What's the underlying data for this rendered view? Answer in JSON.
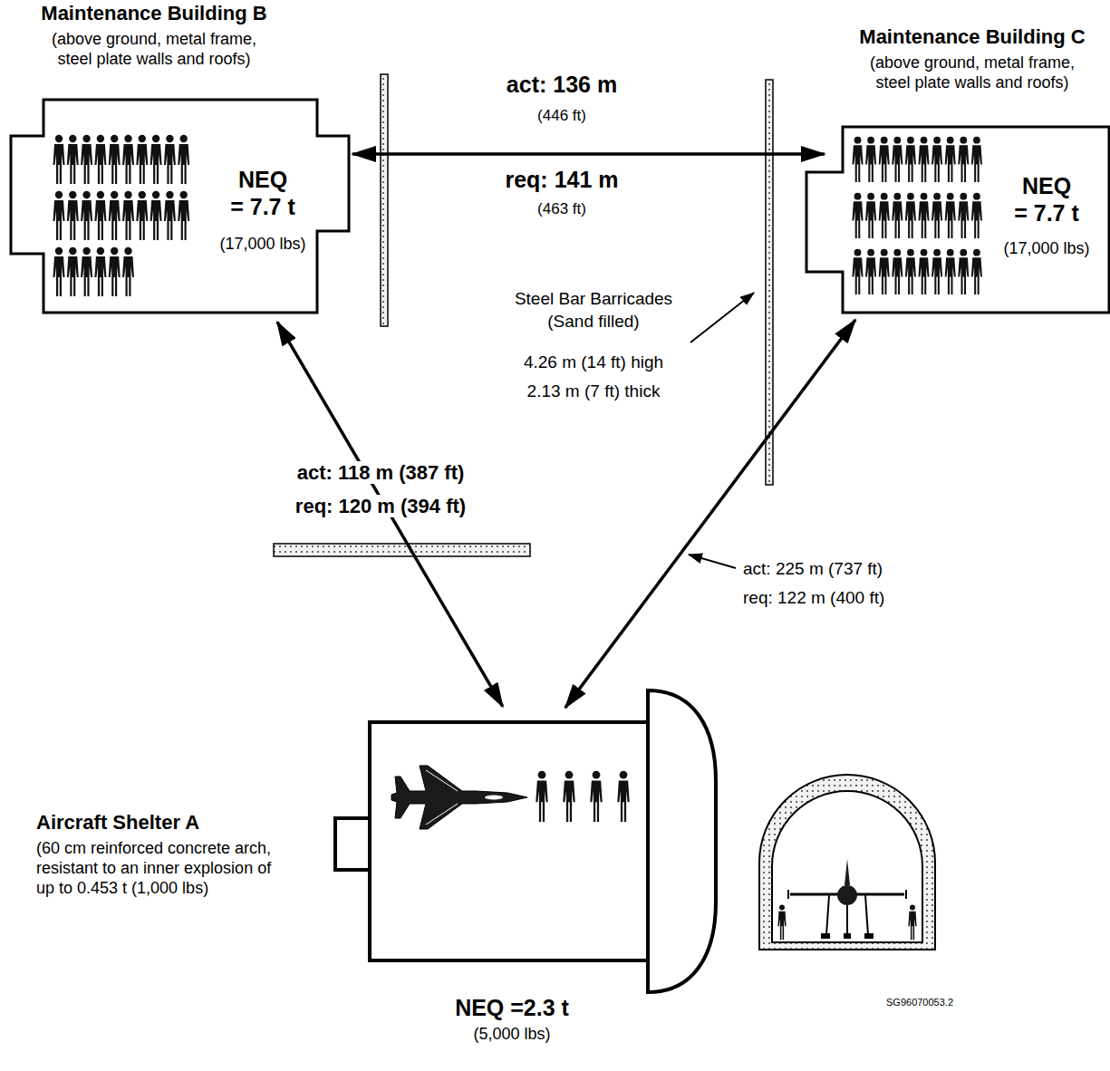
{
  "diagram": {
    "nodes": [
      {
        "text": [
          "Maintenance Building B",
          "(above ground, metal frame, steel plate walls and roofs)",
          "NEQ = 7.7 t",
          "(17,000 lbs)"
        ]
      },
      {
        "text": [
          "Maintenance Building C",
          "(above ground, metal frame, steel plate walls and roofs)",
          "NEQ = 7.7 t",
          "(17,000 lbs)"
        ]
      },
      {
        "text": [
          "Aircraft Shelter A",
          "(60 cm reinforced concrete arch, resistant to an inner explosion of up to 0.453 t (1,000 lbs)",
          "NEQ =2.3 t",
          "(5,000 lbs)"
        ]
      }
    ],
    "edges": [
      {
        "from": 0,
        "to": 1,
        "arrow": "both",
        "label": "act: 136 m"
      },
      {
        "from": 0,
        "to": 2,
        "arrow": "both",
        "label": "act: 118 m (387 ft)"
      },
      {
        "from": 1,
        "to": 2,
        "arrow": "both",
        "label": "act: 225 m (737 ft)"
      }
    ],
    "labels": [
      "(446 ft)",
      "req: 141 m",
      "(463 ft)",
      "req: 120 m (394 ft)",
      "req: 122 m (400 ft)",
      "Steel Bar Barricades",
      "(Sand filled)",
      "4.26 m (14 ft) high",
      "2.13 m (7 ft) thick",
      "SG96070053.2"
    ]
  }
}
